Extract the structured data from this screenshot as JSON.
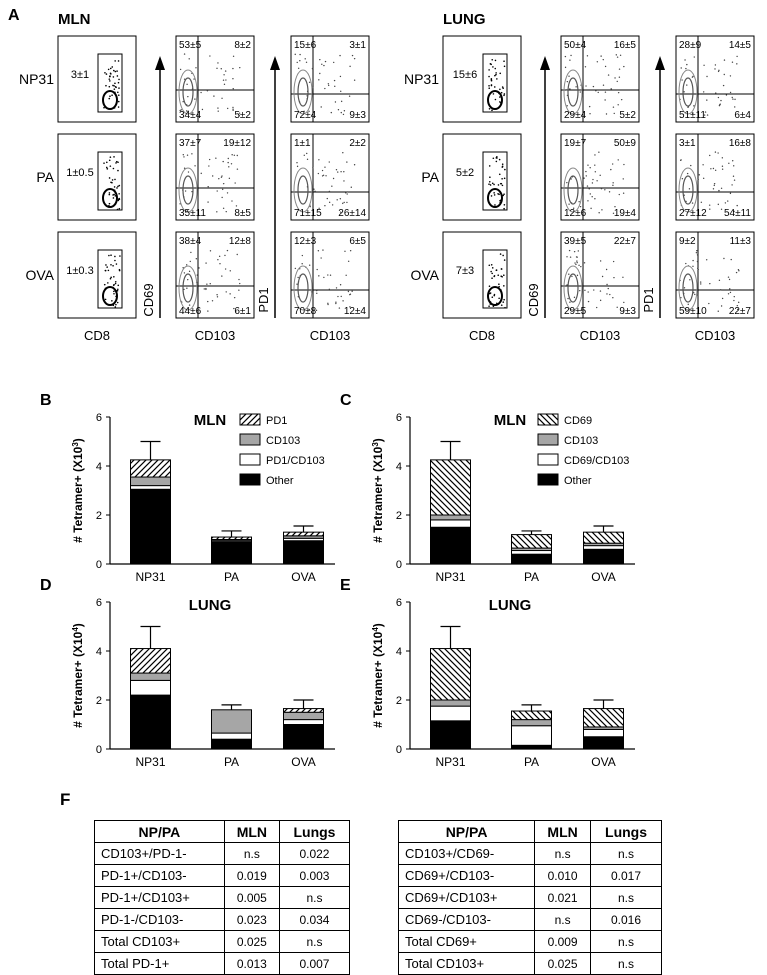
{
  "panelA": {
    "letter": "A",
    "groups": [
      {
        "title": "MLN",
        "cd8_label": "CD8",
        "cd103_label": "CD103",
        "y_cd69": "CD69",
        "y_pd1": "PD1",
        "rows": [
          {
            "name": "NP31",
            "gate": "3±1",
            "cd69": [
              "53±5",
              "8±2",
              "34±4",
              "5±2"
            ],
            "pd1": [
              "15±6",
              "3±1",
              "72±4",
              "9±3"
            ]
          },
          {
            "name": "PA",
            "gate": "1±0.5",
            "cd69": [
              "37±7",
              "19±12",
              "35±11",
              "8±5"
            ],
            "pd1": [
              "1±1",
              "2±2",
              "71±15",
              "26±14"
            ]
          },
          {
            "name": "OVA",
            "gate": "1±0.3",
            "cd69": [
              "38±4",
              "12±8",
              "44±6",
              "6±1"
            ],
            "pd1": [
              "12±3",
              "6±5",
              "70±8",
              "12±4"
            ]
          }
        ]
      },
      {
        "title": "LUNG",
        "cd8_label": "CD8",
        "cd103_label": "CD103",
        "y_cd69": "CD69",
        "y_pd1": "PD1",
        "rows": [
          {
            "name": "NP31",
            "gate": "15±6",
            "cd69": [
              "50±4",
              "16±5",
              "29±4",
              "5±2"
            ],
            "pd1": [
              "28±9",
              "14±5",
              "51±11",
              "6±4"
            ]
          },
          {
            "name": "PA",
            "gate": "5±2",
            "cd69": [
              "19±7",
              "50±9",
              "12±6",
              "19±4"
            ],
            "pd1": [
              "3±1",
              "16±8",
              "27±12",
              "54±11"
            ]
          },
          {
            "name": "OVA",
            "gate": "7±3",
            "cd69": [
              "39±5",
              "22±7",
              "29±5",
              "9±3"
            ],
            "pd1": [
              "9±2",
              "11±3",
              "59±10",
              "22±7"
            ]
          }
        ]
      }
    ]
  },
  "colors": {
    "other": "#000000",
    "double": "#ffffff",
    "single103": "#a6a6a6",
    "hatched": "#ffffff"
  },
  "chart_data": [
    {
      "panel": "B",
      "type": "bar",
      "stacked": true,
      "title": "MLN",
      "ylabel": "# Tetramer+ (X10",
      "ylabel_exp": "3",
      "ylim": [
        0,
        6
      ],
      "yticks": [
        0,
        2,
        4,
        6
      ],
      "categories": [
        "NP31",
        "PA",
        "OVA"
      ],
      "series": [
        {
          "name": "Other",
          "style": "solid",
          "values": [
            3.05,
            0.9,
            0.95
          ]
        },
        {
          "name": "PD1/CD103",
          "style": "white",
          "values": [
            0.15,
            0.05,
            0.1
          ]
        },
        {
          "name": "CD103",
          "style": "grey",
          "values": [
            0.35,
            0.05,
            0.1
          ]
        },
        {
          "name": "PD1",
          "style": "hatch-fwd",
          "values": [
            0.7,
            0.1,
            0.15
          ]
        }
      ],
      "error_top": [
        5.0,
        1.35,
        1.55
      ],
      "legend": [
        "PD1",
        "CD103",
        "PD1/CD103",
        "Other"
      ]
    },
    {
      "panel": "C",
      "type": "bar",
      "stacked": true,
      "title": "MLN",
      "ylabel": "# Tetramer+ (X10",
      "ylabel_exp": "3",
      "ylim": [
        0,
        6
      ],
      "yticks": [
        0,
        2,
        4,
        6
      ],
      "categories": [
        "NP31",
        "PA",
        "OVA"
      ],
      "series": [
        {
          "name": "Other",
          "style": "solid",
          "values": [
            1.5,
            0.4,
            0.6
          ]
        },
        {
          "name": "CD69/CD103",
          "style": "white",
          "values": [
            0.3,
            0.15,
            0.15
          ]
        },
        {
          "name": "CD103",
          "style": "grey",
          "values": [
            0.2,
            0.1,
            0.1
          ]
        },
        {
          "name": "CD69",
          "style": "hatch-back",
          "values": [
            2.25,
            0.55,
            0.45
          ]
        }
      ],
      "error_top": [
        5.0,
        1.35,
        1.55
      ],
      "legend": [
        "CD69",
        "CD103",
        "CD69/CD103",
        "Other"
      ]
    },
    {
      "panel": "D",
      "type": "bar",
      "stacked": true,
      "title": "LUNG",
      "ylabel": "# Tetramer+ (X10",
      "ylabel_exp": "4",
      "ylim": [
        0,
        6
      ],
      "yticks": [
        0,
        2,
        4,
        6
      ],
      "categories": [
        "NP31",
        "PA",
        "OVA"
      ],
      "series": [
        {
          "name": "Other",
          "style": "solid",
          "values": [
            2.2,
            0.4,
            1.0
          ]
        },
        {
          "name": "PD1/CD103",
          "style": "white",
          "values": [
            0.6,
            0.25,
            0.2
          ]
        },
        {
          "name": "CD103",
          "style": "grey",
          "values": [
            0.3,
            0.95,
            0.3
          ]
        },
        {
          "name": "PD1",
          "style": "hatch-fwd",
          "values": [
            1.0,
            0.0,
            0.15
          ]
        }
      ],
      "error_top": [
        5.0,
        1.8,
        2.0
      ],
      "legend": []
    },
    {
      "panel": "E",
      "type": "bar",
      "stacked": true,
      "title": "LUNG",
      "ylabel": "# Tetramer+ (X10",
      "ylabel_exp": "4",
      "ylim": [
        0,
        6
      ],
      "yticks": [
        0,
        2,
        4,
        6
      ],
      "categories": [
        "NP31",
        "PA",
        "OVA"
      ],
      "series": [
        {
          "name": "Other",
          "style": "solid",
          "values": [
            1.15,
            0.15,
            0.5
          ]
        },
        {
          "name": "CD69/CD103",
          "style": "white",
          "values": [
            0.6,
            0.8,
            0.3
          ]
        },
        {
          "name": "CD103",
          "style": "grey",
          "values": [
            0.25,
            0.25,
            0.1
          ]
        },
        {
          "name": "CD69",
          "style": "hatch-back",
          "values": [
            2.1,
            0.35,
            0.75
          ]
        }
      ],
      "error_top": [
        5.0,
        1.8,
        2.0
      ],
      "legend": []
    }
  ],
  "panelF": {
    "letter": "F",
    "tables": [
      {
        "headers": [
          "NP/PA",
          "MLN",
          "Lungs"
        ],
        "rows": [
          [
            "CD103+/PD-1-",
            "n.s",
            "0.022"
          ],
          [
            "PD-1+/CD103-",
            "0.019",
            "0.003"
          ],
          [
            "PD-1+/CD103+",
            "0.005",
            "n.s"
          ],
          [
            "PD-1-/CD103-",
            "0.023",
            "0.034"
          ],
          [
            "Total CD103+",
            "0.025",
            "n.s"
          ],
          [
            "Total PD-1+",
            "0.013",
            "0.007"
          ]
        ]
      },
      {
        "headers": [
          "NP/PA",
          "MLN",
          "Lungs"
        ],
        "rows": [
          [
            "CD103+/CD69-",
            "n.s",
            "n.s"
          ],
          [
            "CD69+/CD103-",
            "0.010",
            "0.017"
          ],
          [
            "CD69+/CD103+",
            "0.021",
            "n.s"
          ],
          [
            "CD69-/CD103-",
            "n.s",
            "0.016"
          ],
          [
            "Total CD69+",
            "0.009",
            "n.s"
          ],
          [
            "Total CD103+",
            "0.025",
            "n.s"
          ]
        ]
      }
    ]
  }
}
